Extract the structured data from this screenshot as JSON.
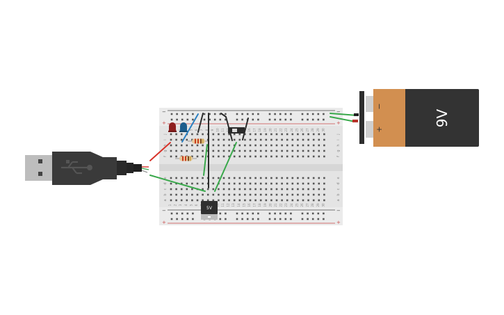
{
  "battery": {
    "label": "9V",
    "minus_sign": "−",
    "plus_sign": "+",
    "colors": {
      "body": "#333333",
      "band": "#d28f50",
      "cap": "#cfcfcf"
    }
  },
  "regulator": {
    "label": "5V"
  },
  "breadboard": {
    "column_numbers": [
      "1",
      "2",
      "3",
      "4",
      "5",
      "6",
      "7",
      "8",
      "9",
      "10",
      "11",
      "12",
      "13",
      "14",
      "15",
      "16",
      "17",
      "18",
      "19",
      "20",
      "21",
      "22",
      "23",
      "24",
      "25",
      "26",
      "27",
      "28",
      "29",
      "30"
    ],
    "row_letters_top": [
      "j",
      "i",
      "h",
      "g",
      "f"
    ],
    "row_letters_bottom": [
      "e",
      "d",
      "c",
      "b",
      "a"
    ],
    "rail_signs": {
      "minus": "−",
      "plus": "+"
    }
  },
  "colors": {
    "wire_green": "#38a84a",
    "wire_red": "#d8332a",
    "wire_blue": "#2a7fc1",
    "wire_black": "#2b2b2b",
    "led_red": "#8e1f1f",
    "led_blue": "#1d5e8d",
    "usb_body": "#3a3a3a"
  },
  "icons": [
    "usb-symbol-icon"
  ]
}
